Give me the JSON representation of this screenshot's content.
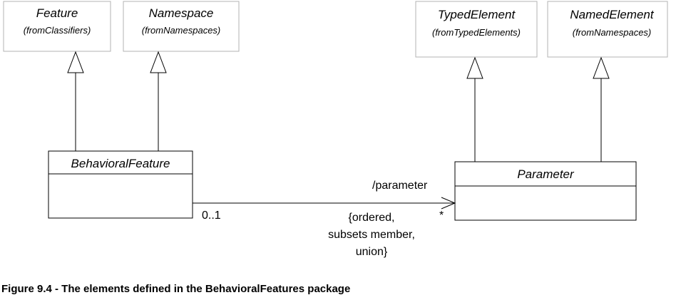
{
  "stubs": [
    {
      "name": "Feature",
      "from": "(fromClassifiers)"
    },
    {
      "name": "Namespace",
      "from": "(fromNamespaces)"
    },
    {
      "name": "TypedElement",
      "from": "(fromTypedElements)"
    },
    {
      "name": "NamedElement",
      "from": "(fromNamespaces)"
    }
  ],
  "classes": {
    "behavioral_feature": "BehavioralFeature",
    "parameter": "Parameter"
  },
  "association": {
    "role": "/parameter",
    "source_multiplicity": "0..1",
    "target_multiplicity": "*",
    "constraint": [
      "{ordered,",
      "subsets member,",
      "union}"
    ]
  },
  "caption": "Figure 9.4 - The elements defined in the BehavioralFeatures package"
}
